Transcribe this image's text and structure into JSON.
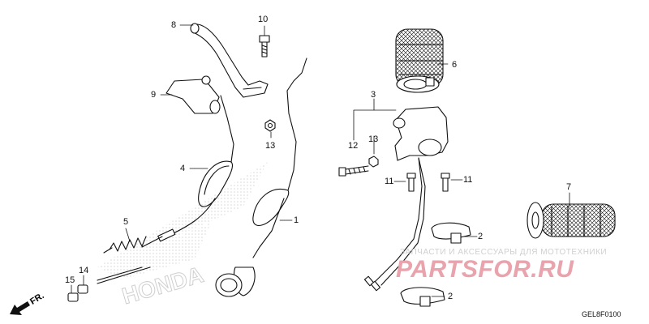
{
  "callouts": {
    "p1": "1",
    "p2a": "2",
    "p2b": "2",
    "p3": "3",
    "p4": "4",
    "p5": "5",
    "p6": "6",
    "p7": "7",
    "p8": "8",
    "p9": "9",
    "p10": "10",
    "p11a": "11",
    "p11b": "11",
    "p12": "12",
    "p13a": "13",
    "p13b": "13",
    "p14": "14",
    "p15": "15"
  },
  "direction": "FR.",
  "diagram_code": "GEL8F0100",
  "watermark": {
    "text": "ЗАПЧАСТИ И АКСЕССУАРЫ ДЛЯ МОТОТЕХНИКИ",
    "logo": "PARTSFOR.RU",
    "brand": "HONDA"
  },
  "colors": {
    "line": "#111111",
    "bg_logo": "#e6e6e6",
    "watermark": "#e9a3ac"
  }
}
